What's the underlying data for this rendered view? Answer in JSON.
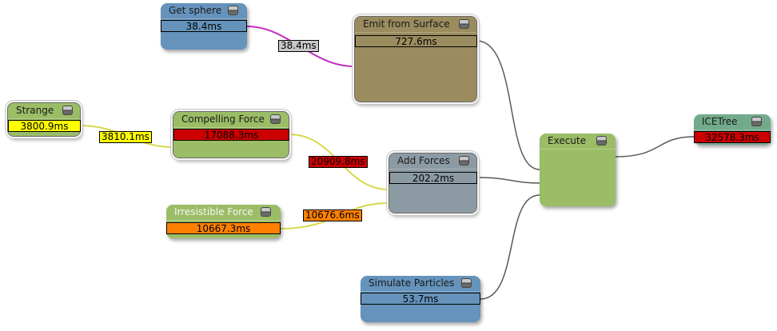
{
  "colors": {
    "blue_node": "#6593bb",
    "olive_node": "#9a8c5e",
    "green_node": "#9bbd66",
    "grey_node": "#8c9aa3",
    "teal_node": "#72aa8c",
    "wire_magenta": "#c02fc0",
    "wire_yellow": "#d8d84a",
    "wire_grey": "#595959",
    "time_yellow": "#ffff00",
    "time_red": "#cc0000",
    "time_orange": "#ff8000",
    "time_lightgrey": "#c8c8c8"
  },
  "nodes": {
    "get_sphere": {
      "title": "Get sphere",
      "time": "38.4ms"
    },
    "emit_from_surface": {
      "title": "Emit from Surface",
      "time": "727.6ms"
    },
    "strange": {
      "title": "Strange",
      "time": "3800.9ms"
    },
    "compelling_force": {
      "title": "Compelling Force",
      "time": "17088.3ms"
    },
    "irresistible_force": {
      "title": "Irresistible Force",
      "time": "10667.3ms"
    },
    "add_forces": {
      "title": "Add Forces",
      "time": "202.2ms"
    },
    "execute": {
      "title": "Execute"
    },
    "icetree": {
      "title": "ICETree",
      "time": "32578.3ms"
    },
    "simulate_particles": {
      "title": "Simulate Particles",
      "time": "53.7ms"
    }
  },
  "wire_labels": {
    "get_sphere_to_emit": "38.4ms",
    "strange_to_compelling": "3810.1ms",
    "compelling_to_add": "20909.8ms",
    "irresistible_to_add": "10676.6ms"
  }
}
